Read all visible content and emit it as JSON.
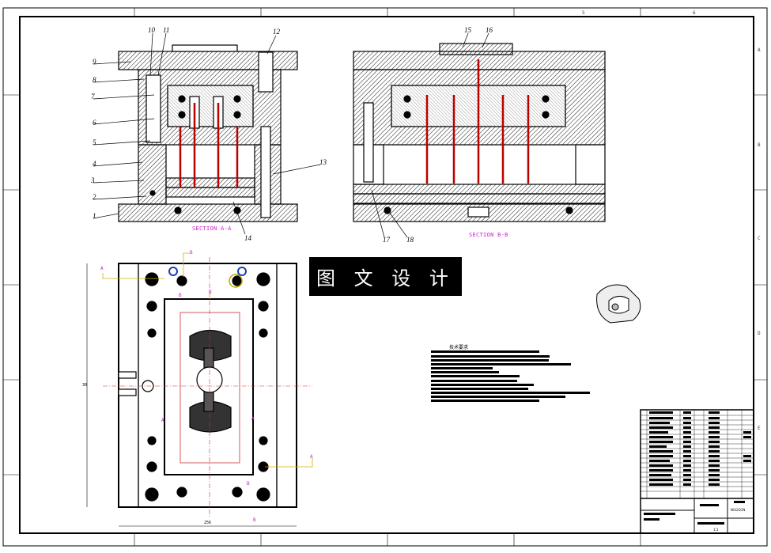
{
  "drawing": {
    "watermark_text": "图 文 设 计",
    "section_labels": {
      "a": "SECTION A-A",
      "b": "SECTION B-B"
    },
    "callouts_left": [
      "1",
      "2",
      "3",
      "4",
      "5",
      "6",
      "7",
      "8",
      "9",
      "10",
      "11",
      "12",
      "13",
      "14"
    ],
    "callouts_right": [
      "15",
      "16",
      "17",
      "18"
    ],
    "view_markers": [
      "A",
      "A",
      "B",
      "B",
      "B",
      "A",
      "A",
      "B",
      "B"
    ],
    "dimensions": {
      "width": "256",
      "height": "30"
    },
    "tech_requirements_title": "技术要求",
    "zones_top": [
      "5",
      "6"
    ],
    "zones_side": [
      "A",
      "B",
      "C",
      "D",
      "E"
    ],
    "title_block": {
      "drawing_name": "NGGGGN",
      "scale": "1:1"
    }
  }
}
